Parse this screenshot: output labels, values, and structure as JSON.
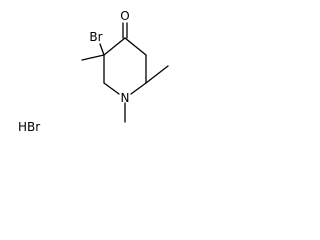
{
  "molecule": {
    "atoms": {
      "oxygen": "O",
      "bromine": "Br",
      "nitrogen": "N"
    },
    "counter_ion": "HBr"
  },
  "colors": {
    "bond": "#000000",
    "text": "#000000",
    "background": "#ffffff"
  }
}
